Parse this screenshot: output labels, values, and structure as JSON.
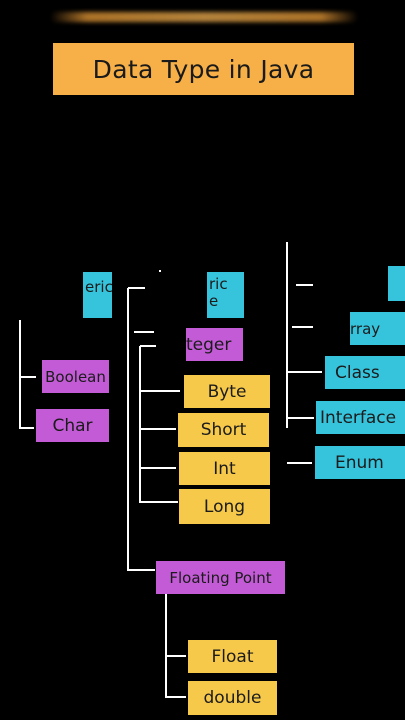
{
  "title": "Data Type in Java",
  "nodes": {
    "numeric_left": "eric",
    "numeric_mid_line1": "ric",
    "numeric_mid_line2": "e",
    "integer": "teger",
    "boolean": "Boolean",
    "char": "Char",
    "byte": "Byte",
    "short": "Short",
    "int": "Int",
    "long": "Long",
    "floating_point": "Floating Point",
    "float": "Float",
    "double": "double",
    "array": "rray",
    "class": "Class",
    "interface": "Interface",
    "enum": "Enum"
  },
  "colors": {
    "title_bg": "#f7b047",
    "numeric": "#36c3dc",
    "non_primitive": "#36c3dc",
    "category": "#c35bd6",
    "leaf": "#f6c94a",
    "connector": "#ffffff"
  }
}
